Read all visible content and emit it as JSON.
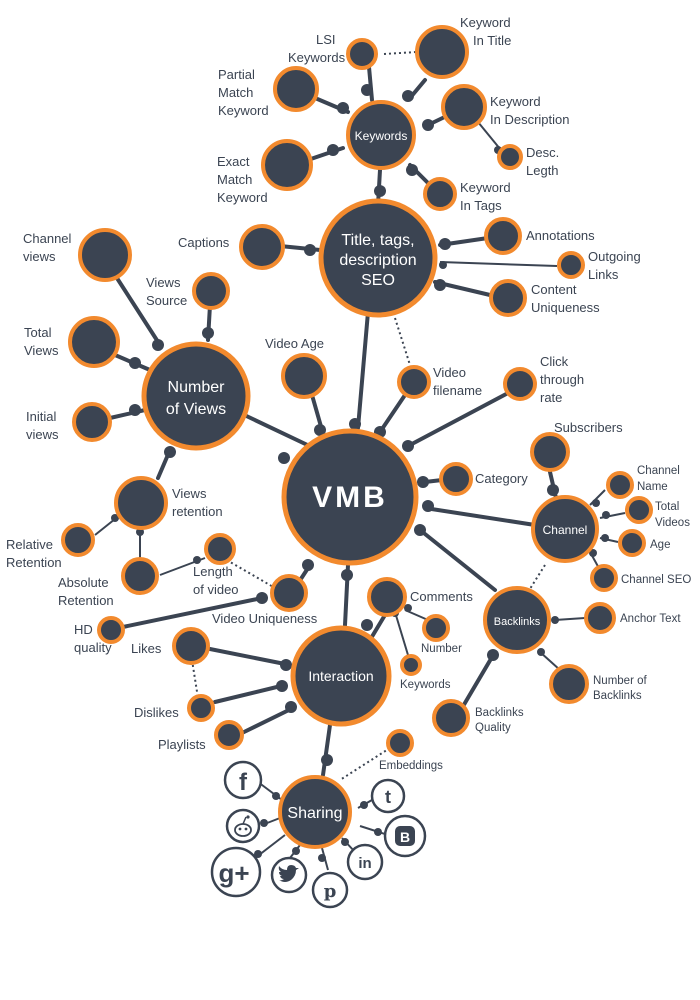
{
  "hubs": {
    "center_logo": "VMB",
    "keywords": "Keywords",
    "seo": [
      "Title, tags,",
      "description",
      "SEO"
    ],
    "views": [
      "Number",
      "of Views"
    ],
    "channel": "Channel",
    "backlinks": "Backlinks",
    "interaction": "Interaction",
    "sharing": "Sharing"
  },
  "labels": {
    "lsi": [
      "LSI",
      "Keywords"
    ],
    "kw_title": [
      "Keyword",
      "In Title"
    ],
    "partial": [
      "Partial",
      "Match",
      "Keyword"
    ],
    "kw_desc": [
      "Keyword",
      "In Description"
    ],
    "desc_len": [
      "Desc.",
      "Legth"
    ],
    "exact": [
      "Exact",
      "Match",
      "Keyword"
    ],
    "kw_tags": [
      "Keyword",
      "In Tags"
    ],
    "captions": "Captions",
    "annotations": "Annotations",
    "outgoing": [
      "Outgoing",
      "Links"
    ],
    "uniqueness": [
      "Content",
      "Uniqueness"
    ],
    "channel_views": [
      "Channel",
      "views"
    ],
    "views_source": [
      "Views",
      "Source"
    ],
    "total_views": [
      "Total",
      "Views"
    ],
    "initial_views": [
      "Initial",
      "views"
    ],
    "video_age": "Video Age",
    "video_filename": [
      "Video",
      "filename"
    ],
    "ctr": [
      "Click",
      "through",
      "rate"
    ],
    "category": "Category",
    "subscribers": "Subscribers",
    "channel_name": [
      "Channel",
      "Name"
    ],
    "total_videos": [
      "Total",
      "Videos"
    ],
    "age": "Age",
    "channel_seo": "Channel SEO",
    "views_retention": [
      "Views",
      "retention"
    ],
    "relative_retention": [
      "Relative",
      "Retention"
    ],
    "absolute_retention": [
      "Absolute",
      "Retention"
    ],
    "length_of_video": [
      "Length",
      "of video"
    ],
    "video_uniqueness": "Video Uniqueness",
    "hd_quality": [
      "HD",
      "quality"
    ],
    "comments": "Comments",
    "number": "Number",
    "keywords_small": "Keywords",
    "anchor_text": "Anchor Text",
    "number_backlinks": [
      "Number of",
      "Backlinks"
    ],
    "backlinks_quality": [
      "Backlinks",
      "Quality"
    ],
    "embeddings": "Embeddings",
    "likes": "Likes",
    "dislikes": "Dislikes",
    "playlists": "Playlists"
  },
  "social_icons": [
    "facebook-icon",
    "reddit-icon",
    "google-plus-icon",
    "twitter-icon",
    "pinterest-icon",
    "linkedin-icon",
    "blogger-icon",
    "tumblr-icon"
  ],
  "colors": {
    "node_fill": "#3b4452",
    "node_ring": "#f28a2e",
    "text": "#3b4452"
  }
}
